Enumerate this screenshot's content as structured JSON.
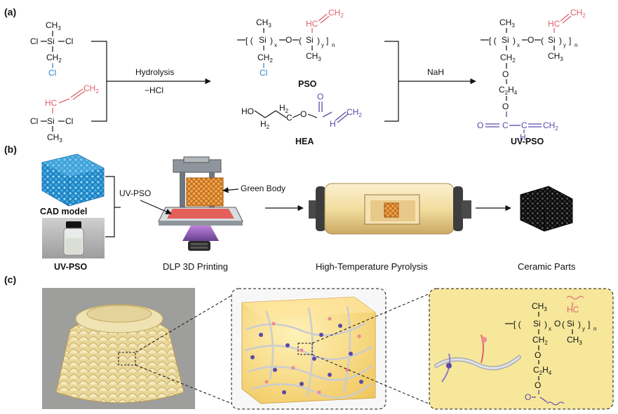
{
  "panels": {
    "a": "(a)",
    "b": "(b)",
    "c": "(c)"
  },
  "chem": {
    "me": "CH",
    "me_sub": "3",
    "ch2": "CH",
    "ch2_sub": "2",
    "cl": "Cl",
    "si": "Si",
    "o": "O",
    "hc": "HC",
    "h": "H",
    "c": "C",
    "ho": "HO",
    "h2": "H",
    "h2_sub": "2",
    "c2h4": "C",
    "c2h4_sub1": "2",
    "c2h4_h": "H",
    "c2h4_sub2": "4",
    "x": "x",
    "y": "y",
    "n": "n",
    "eq": "O",
    "dash": "—"
  },
  "labels": {
    "hydrolysis": "Hydrolysis",
    "hcl": "−HCl",
    "pso": "PSO",
    "hea": "HEA",
    "nah": "NaH",
    "uvpso": "UV-PSO"
  },
  "panel_b": {
    "cad": "CAD model",
    "uvpso_bottle": "UV-PSO",
    "uvpso_arrow": "UV-PSO",
    "green_body": "Green Body",
    "dlp": "DLP 3D Printing",
    "pyrolysis": "High-Temperature Pyrolysis",
    "ceramic": "Ceramic Parts"
  },
  "colors": {
    "red": "#e0606a",
    "blue": "#2f7fc8",
    "purple": "#5b48a8",
    "lattice_blue": "#3aa8e0",
    "orange": "#e8892a",
    "cream": "#f2dfa8",
    "yellow_panel": "#f6e79a"
  }
}
